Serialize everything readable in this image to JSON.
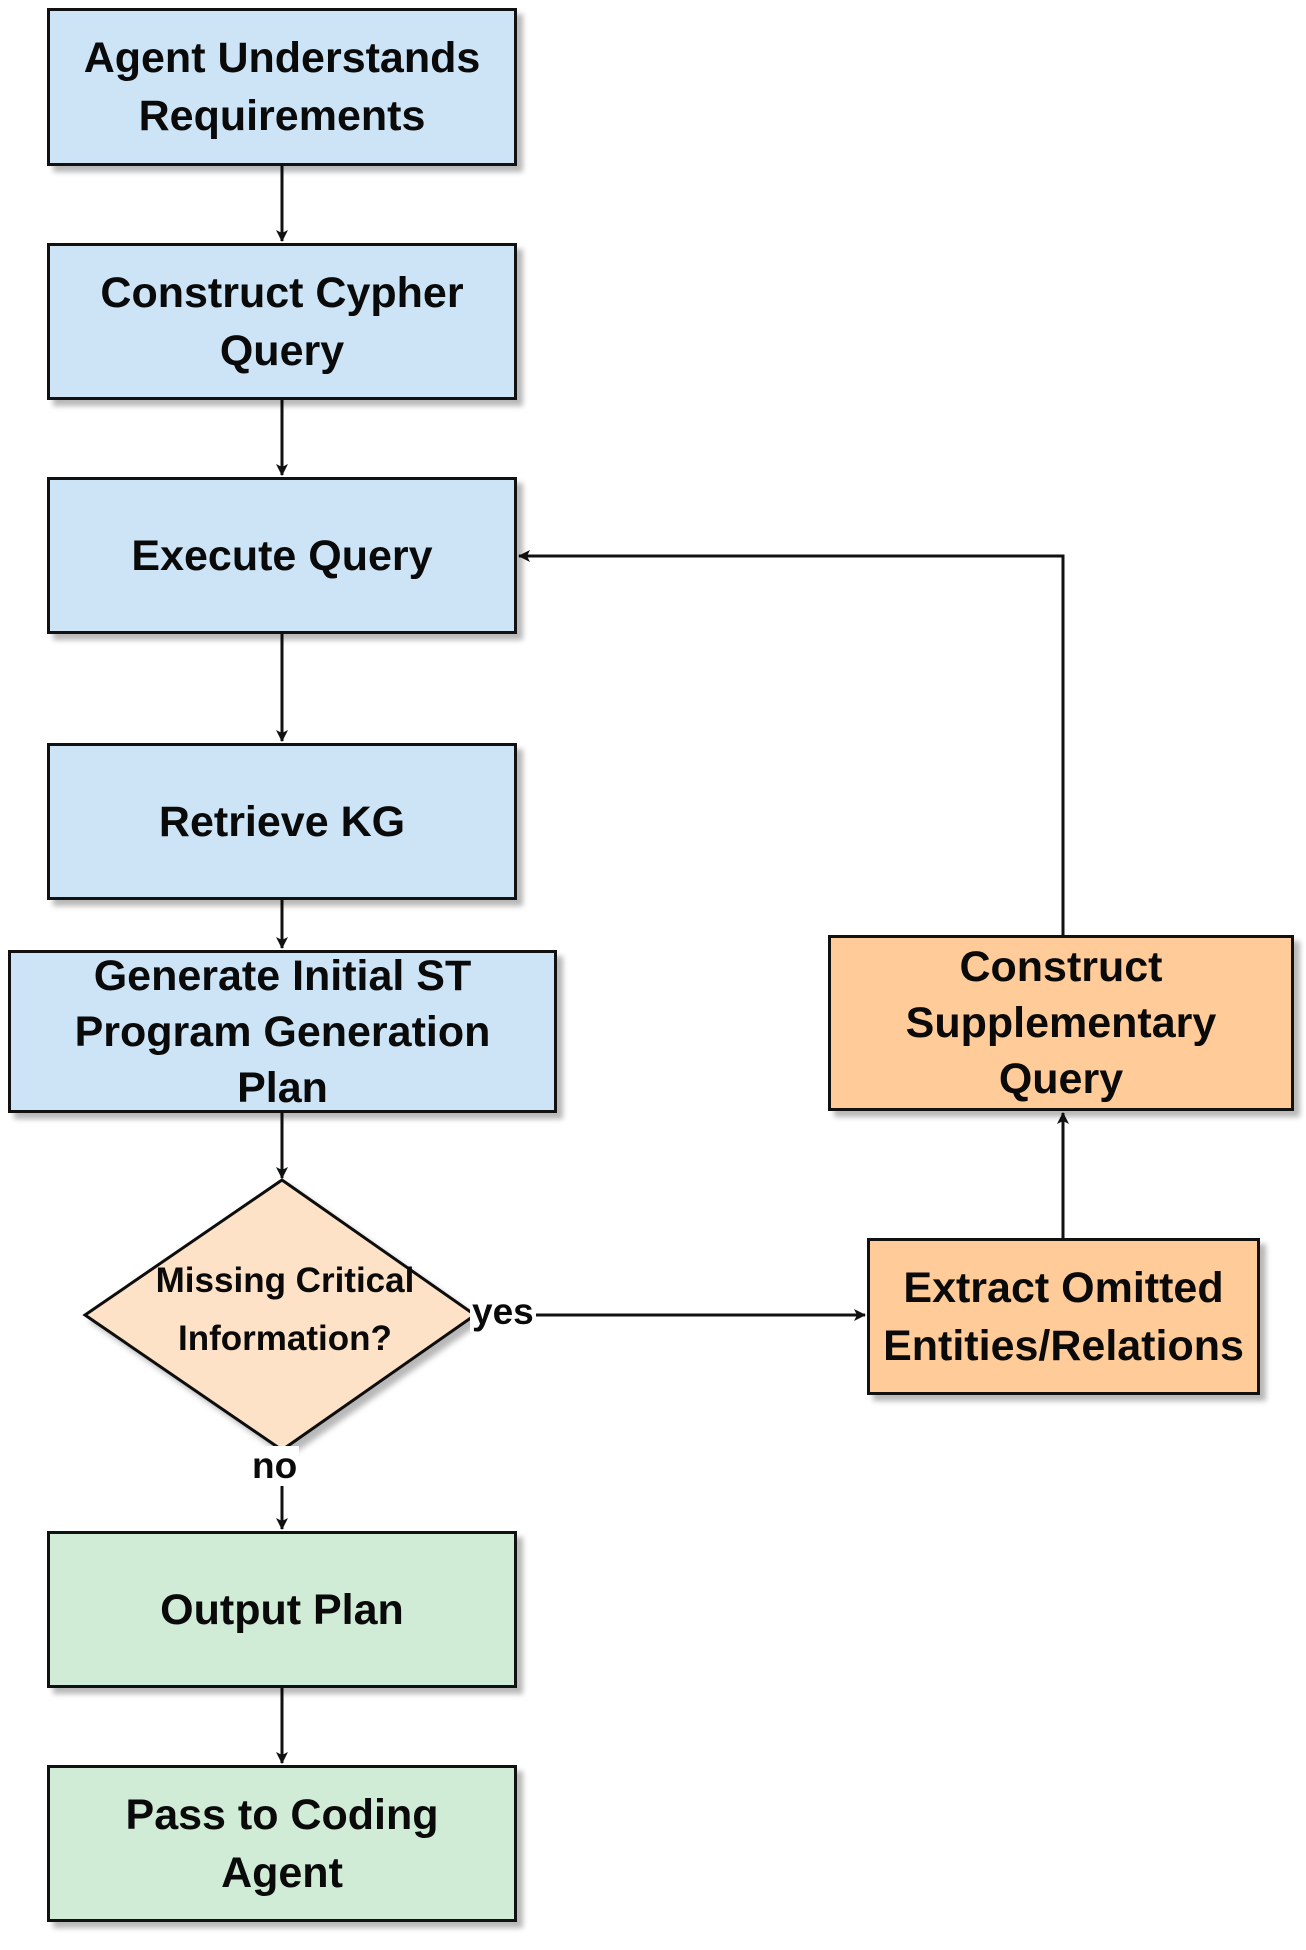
{
  "nodes": {
    "understand": "Agent Understands\nRequirements",
    "cypher": "Construct Cypher\nQuery",
    "execute": "Execute Query",
    "retrieve": "Retrieve KG",
    "generate": "Generate Initial ST\nProgram Generation\nPlan",
    "decision": "Missing Critical\nInformation?",
    "output": "Output Plan",
    "pass": "Pass to Coding\nAgent",
    "extract": "Extract Omitted\nEntities/Relations",
    "supplementary": "Construct\nSupplementary\nQuery"
  },
  "edge_labels": {
    "yes": "yes",
    "no": "no"
  },
  "colors": {
    "process": "#cce4f6",
    "decision": "#fde2c8",
    "terminal": "#d0ebd6",
    "loop": "#ffcc99",
    "stroke": "#111111"
  }
}
